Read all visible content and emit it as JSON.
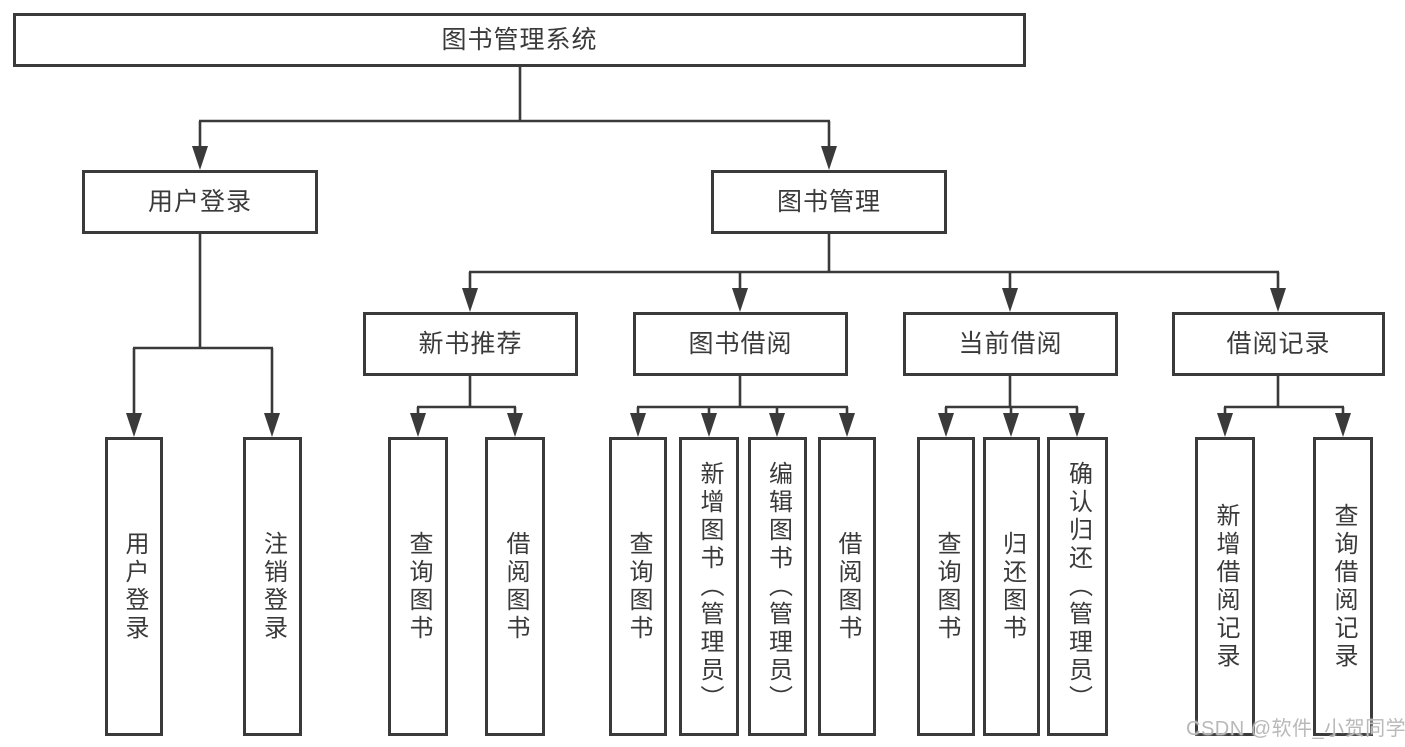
{
  "nodes": {
    "root": "图书管理系统",
    "level2": [
      "用户登录",
      "图书管理"
    ],
    "level3": [
      "新书推荐",
      "图书借阅",
      "当前借阅",
      "借阅记录"
    ],
    "leaves_user_login": [
      "用户登录",
      "注销登录"
    ],
    "leaves_new_book": [
      "查询图书",
      "借阅图书"
    ],
    "leaves_book_borrow": [
      "查询图书",
      "新增图书（管理员）",
      "编辑图书（管理员）",
      "借阅图书"
    ],
    "leaves_current_borrow": [
      "查询图书",
      "归还图书",
      "确认归还（管理员）"
    ],
    "leaves_borrow_record": [
      "新增借阅记录",
      "查询借阅记录"
    ]
  },
  "watermark": "CSDN @软件_小贺同学",
  "colors": {
    "line": "#3a3a3a",
    "background": "#ffffff",
    "watermark": "#b9b9b9"
  }
}
